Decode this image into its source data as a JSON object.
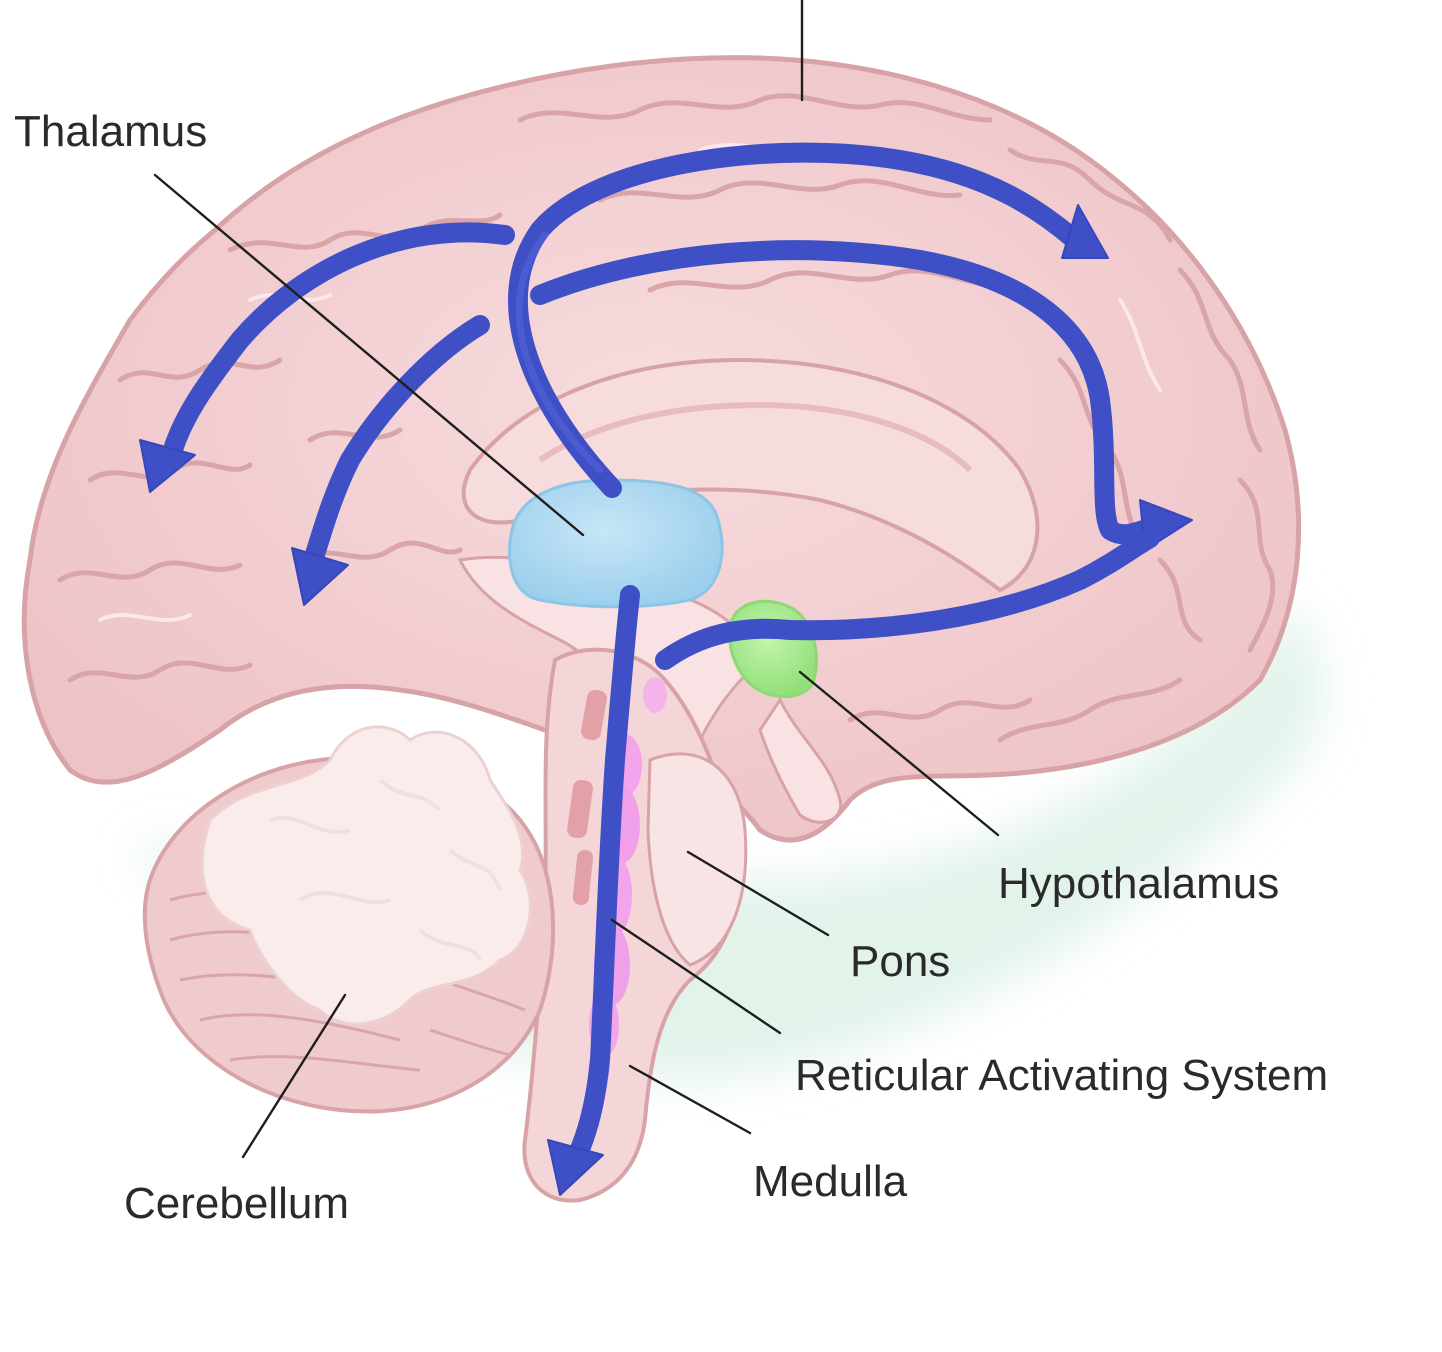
{
  "labels": {
    "thalamus": "Thalamus",
    "hypothalamus": "Hypothalamus",
    "pons": "Pons",
    "reticular_activating_system": "Reticular Activating System",
    "medulla": "Medulla",
    "cerebellum": "Cerebellum"
  },
  "colors": {
    "background": "#ffffff",
    "brain_tissue": "#f3cfd2",
    "gyrus_lines": "#d9a5a8",
    "thalamus": "#a9d6ef",
    "hypothalamus": "#a6ec8c",
    "reticular_activating_system": "#f2a5ea",
    "pathway_arrows": "#3f4fc6",
    "leader_lines": "#1e1e1e",
    "shadow": "#d9efe4"
  }
}
